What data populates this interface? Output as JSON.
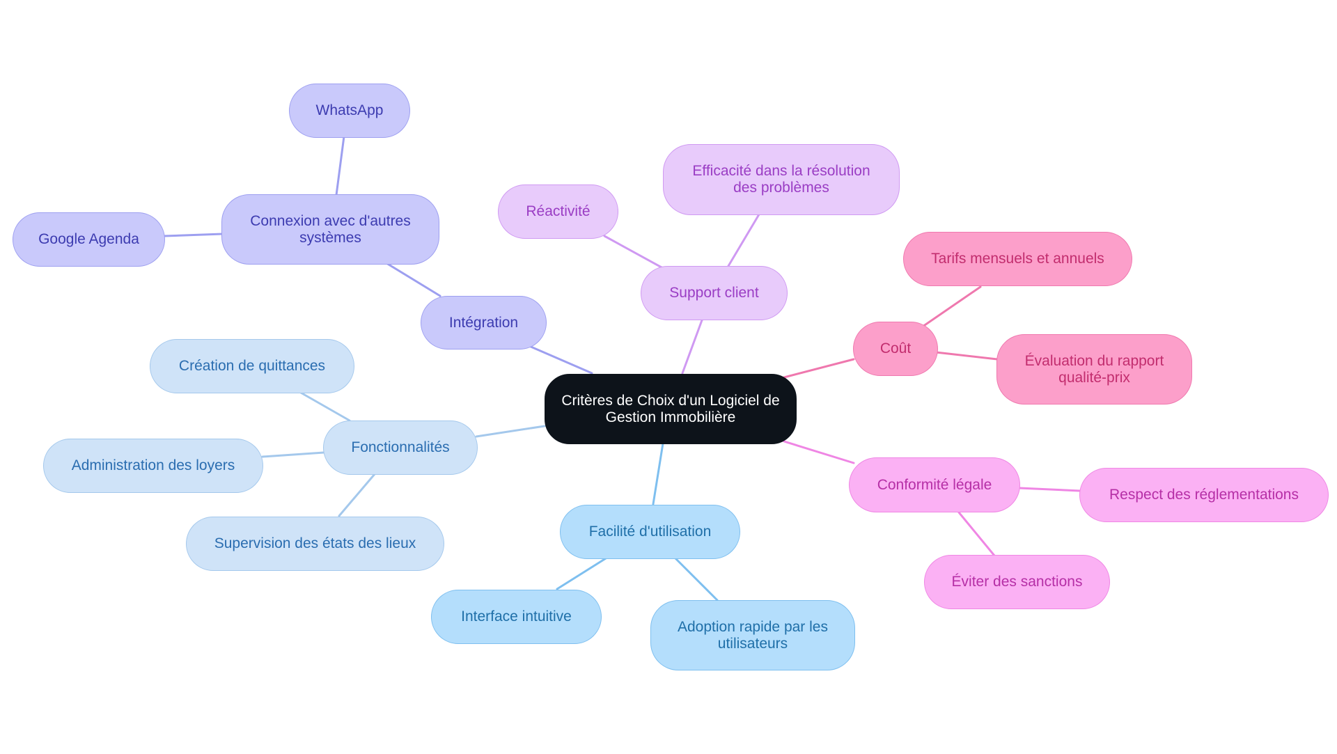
{
  "diagram": {
    "root": "Critères de Choix d'un Logiciel de Gestion Immobilière",
    "branches": {
      "integration": {
        "label": "Intégration",
        "connexion": "Connexion avec d'autres systèmes",
        "whatsapp": "WhatsApp",
        "google": "Google Agenda"
      },
      "fonctionnalites": {
        "label": "Fonctionnalités",
        "quittances": "Création de quittances",
        "loyers": "Administration des loyers",
        "etats": "Supervision des états des lieux"
      },
      "facilite": {
        "label": "Facilité d'utilisation",
        "interface": "Interface intuitive",
        "adoption": "Adoption rapide par les utilisateurs"
      },
      "support": {
        "label": "Support client",
        "reactivite": "Réactivité",
        "efficacite": "Efficacité dans la résolution des problèmes"
      },
      "cout": {
        "label": "Coût",
        "tarifs": "Tarifs mensuels et annuels",
        "evaluation": "Évaluation du rapport qualité-prix"
      },
      "conformite": {
        "label": "Conformité légale",
        "respect": "Respect des réglementations",
        "eviter": "Éviter des sanctions"
      }
    },
    "colors": {
      "root": "#0d131a",
      "integration": "#c9c9fb",
      "fonctionnalites": "#cfe3f8",
      "facilite": "#b4defc",
      "support": "#e8cbfb",
      "cout": "#fc9fca",
      "conformite": "#fbb1f4"
    }
  }
}
